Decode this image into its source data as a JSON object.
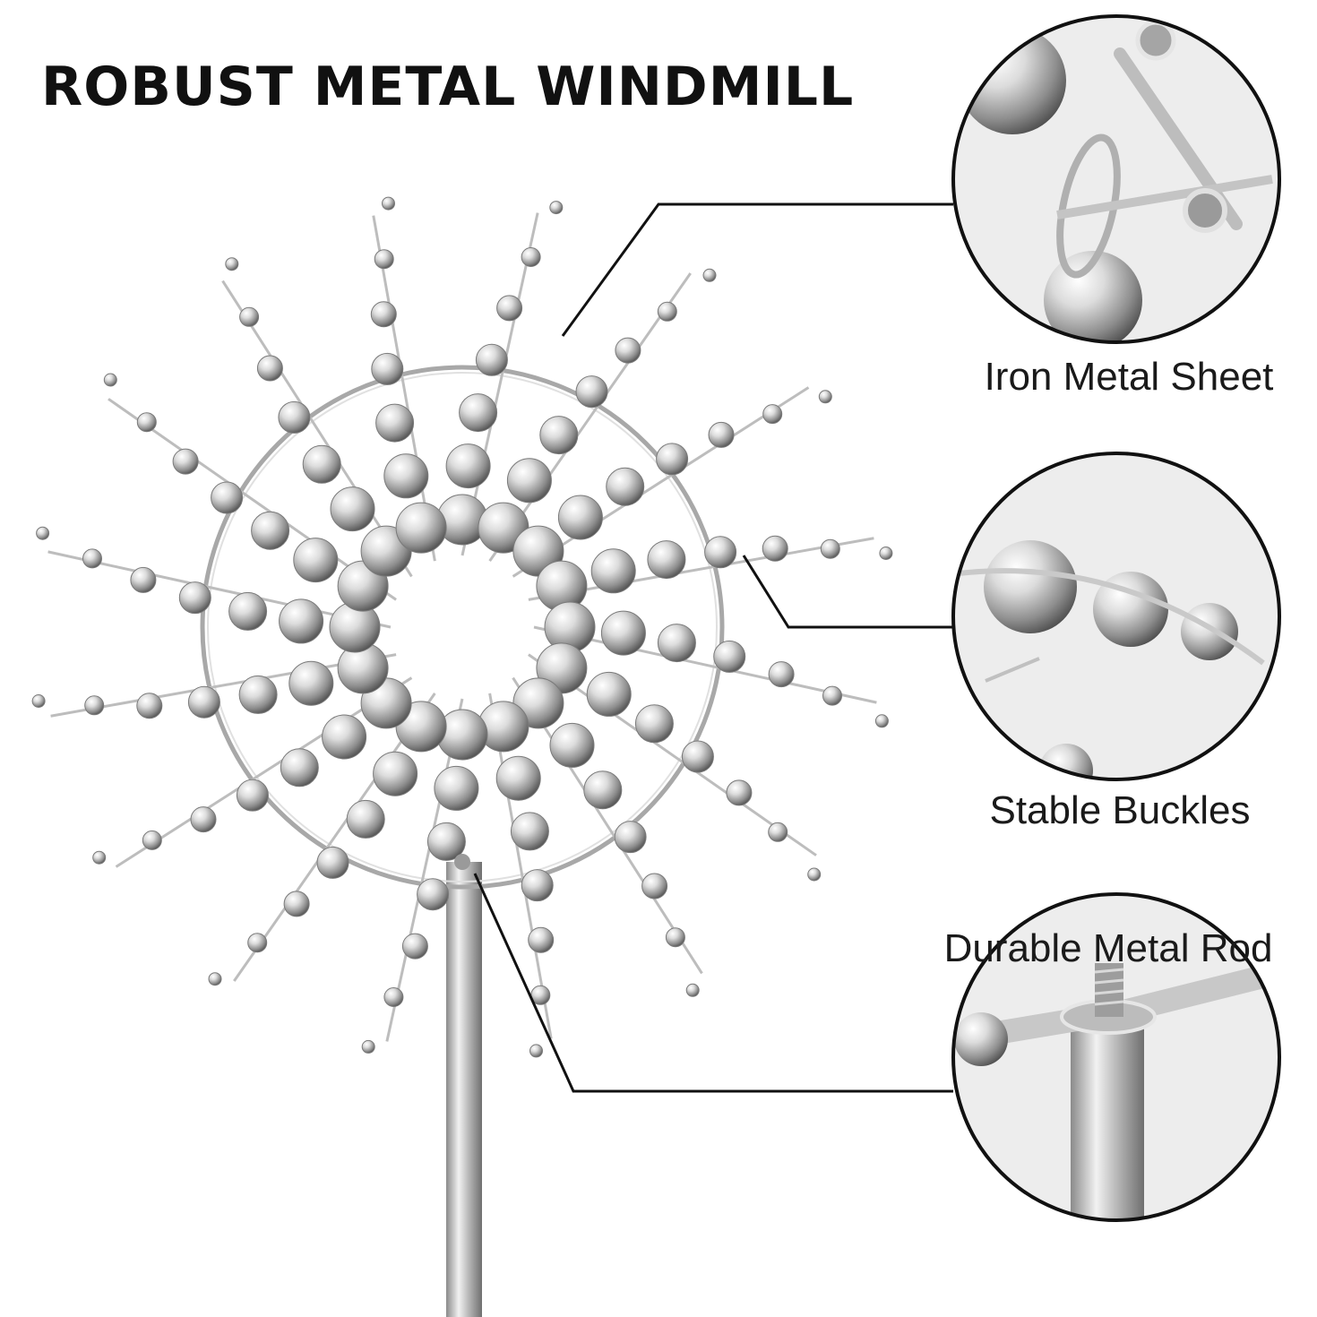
{
  "title": "ROBUST METAL WINDMILL",
  "callouts": [
    {
      "label": "Iron Metal Sheet",
      "detail": "iron-metal-sheet-closeup"
    },
    {
      "label": "Stable Buckles",
      "detail": "stable-buckles-closeup"
    },
    {
      "label": "Durable Metal Rod",
      "detail": "durable-metal-rod-closeup"
    }
  ],
  "product": {
    "arms": 16,
    "cups_per_arm": 7,
    "material_color": "#c8c8c8",
    "highlight_color": "#ffffff",
    "shadow_color": "#6e6e6e"
  },
  "colors": {
    "text": "#111111",
    "leader_line": "#111111",
    "circle_border": "#111111",
    "background": "#ffffff",
    "closeup_background": "#ececec"
  }
}
